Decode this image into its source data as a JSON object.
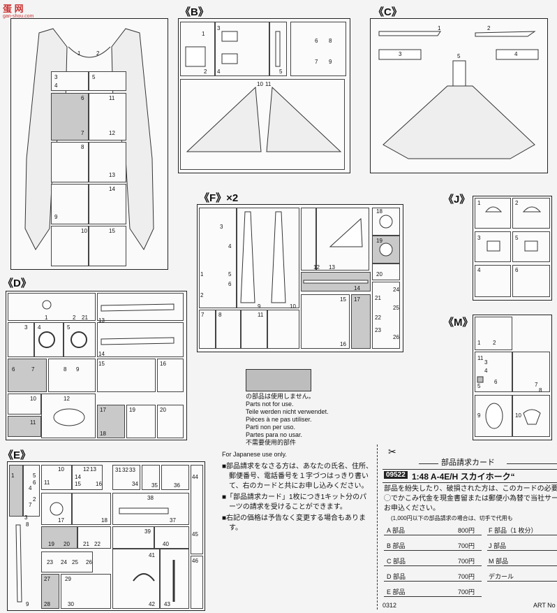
{
  "watermark": {
    "logo_text": "蛋 网",
    "site": "gan-shou.com"
  },
  "sheets": {
    "B": {
      "label": "《B》",
      "numbers": [
        "1",
        "2",
        "3",
        "4",
        "5",
        "6",
        "7",
        "8",
        "9",
        "10",
        "11"
      ]
    },
    "C": {
      "label": "《C》",
      "numbers": [
        "1",
        "2",
        "3",
        "4",
        "5"
      ]
    },
    "D": {
      "label": "《D》",
      "numbers": [
        "1",
        "2",
        "3",
        "4",
        "5",
        "6",
        "7",
        "8",
        "9",
        "10",
        "11",
        "12",
        "13",
        "14",
        "15",
        "16",
        "17",
        "18",
        "19",
        "20",
        "21"
      ]
    },
    "E": {
      "label": "《E》",
      "numbers": [
        "1",
        "2",
        "3",
        "4",
        "5",
        "6",
        "7",
        "8",
        "9",
        "10",
        "11",
        "12",
        "13",
        "14",
        "15",
        "16",
        "17",
        "18",
        "19",
        "20",
        "21",
        "22",
        "23",
        "24",
        "25",
        "26",
        "27",
        "28",
        "29",
        "30",
        "31",
        "32",
        "33",
        "34",
        "35",
        "36",
        "37",
        "38",
        "39",
        "40",
        "41",
        "42",
        "43",
        "44",
        "45",
        "46"
      ]
    },
    "F": {
      "label": "《F》×2",
      "numbers": [
        "1",
        "2",
        "3",
        "4",
        "5",
        "6",
        "7",
        "8",
        "9",
        "10",
        "11",
        "12",
        "13",
        "14",
        "15",
        "16",
        "17",
        "18",
        "19",
        "20",
        "21",
        "22",
        "23",
        "24",
        "25",
        "26"
      ]
    },
    "J": {
      "label": "《J》",
      "numbers": [
        "1",
        "2",
        "3",
        "4",
        "5",
        "6"
      ]
    },
    "M": {
      "label": "《M》",
      "numbers": [
        "1",
        "2",
        "3",
        "4",
        "5",
        "6",
        "7",
        "8",
        "9",
        "10",
        "11"
      ]
    },
    "A": {
      "numbers": [
        "1",
        "2",
        "3",
        "4",
        "5",
        "6",
        "7",
        "8",
        "9",
        "10",
        "11",
        "12",
        "13",
        "14",
        "15"
      ]
    }
  },
  "legend": {
    "lines": [
      "の部品は使用しません。",
      "Parts not for use.",
      "Teile werden nicht verwendet.",
      "Pièces à ne pas utiliser.",
      "Parti non per uso.",
      "Partes para no usar.",
      "不需要使用的部件"
    ]
  },
  "notes": {
    "title": "For Japanese use only.",
    "lines": [
      "■部品請求をなさる方は、あなたの氏名、住所、",
      "　郵便番号、電話番号を１字づつはっきり書い",
      "　て、右のカードと共にお申し込みください。",
      "■「部品請求カード」1枚につき1キット分のパ",
      "　ーツの請求を受けることができます。",
      "■右記の価格は予告なく変更する場合もありま",
      "　す。"
    ]
  },
  "order_card": {
    "header": "部品請求カード",
    "code": "09522",
    "title": "1:48 A-4E/H スカイホーク“",
    "desc": [
      "部品を紛失したり、破損された方は、このカードの必要",
      "◯でかこみ代金を現金書留または郵便小為替で当社サー",
      "お申込ください。",
      "(1,000円以下の部品請求の場合は、切手で代用も"
    ],
    "prices": [
      {
        "part": "A 部品",
        "price": "800円",
        "part2": "F 部品（1 枚分）"
      },
      {
        "part": "B 部品",
        "price": "700円",
        "part2": "J 部品"
      },
      {
        "part": "C 部品",
        "price": "700円",
        "part2": "M 部品"
      },
      {
        "part": "D 部品",
        "price": "700円",
        "part2": "デカール"
      },
      {
        "part": "E 部品",
        "price": "700円",
        "part2": ""
      }
    ],
    "footer_left": "0312",
    "footer_right": "ART No"
  }
}
